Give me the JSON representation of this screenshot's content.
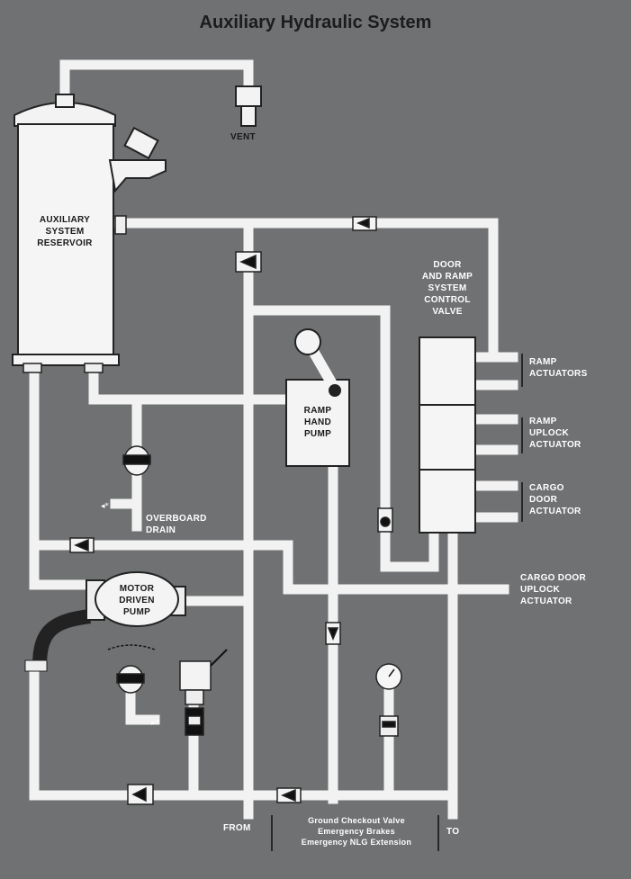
{
  "title": "Auxiliary Hydraulic System",
  "labels": {
    "vent": "VENT",
    "reservoir": "AUXILIARY\nSYSTEM\nRESERVOIR",
    "control_valve": "DOOR\nAND RAMP\nSYSTEM\nCONTROL\nVALVE",
    "ramp_actuators": "RAMP\nACTUATORS",
    "ramp_uplock": "RAMP\nUPLOCK\nACTUATOR",
    "cargo_door_actuator": "CARGO\nDOOR\nACTUATOR",
    "cargo_door_uplock": "CARGO DOOR\nUPLOCK\nACTUATOR",
    "hand_pump": "RAMP\nHAND\nPUMP",
    "motor_pump": "MOTOR\nDRIVEN\nPUMP",
    "overboard_drain": "OVERBOARD\nDRAIN",
    "from": "FROM",
    "to": "TO",
    "ground_checkout": "Ground Checkout Valve\nEmergency Brakes\nEmergency NLG Extension"
  }
}
